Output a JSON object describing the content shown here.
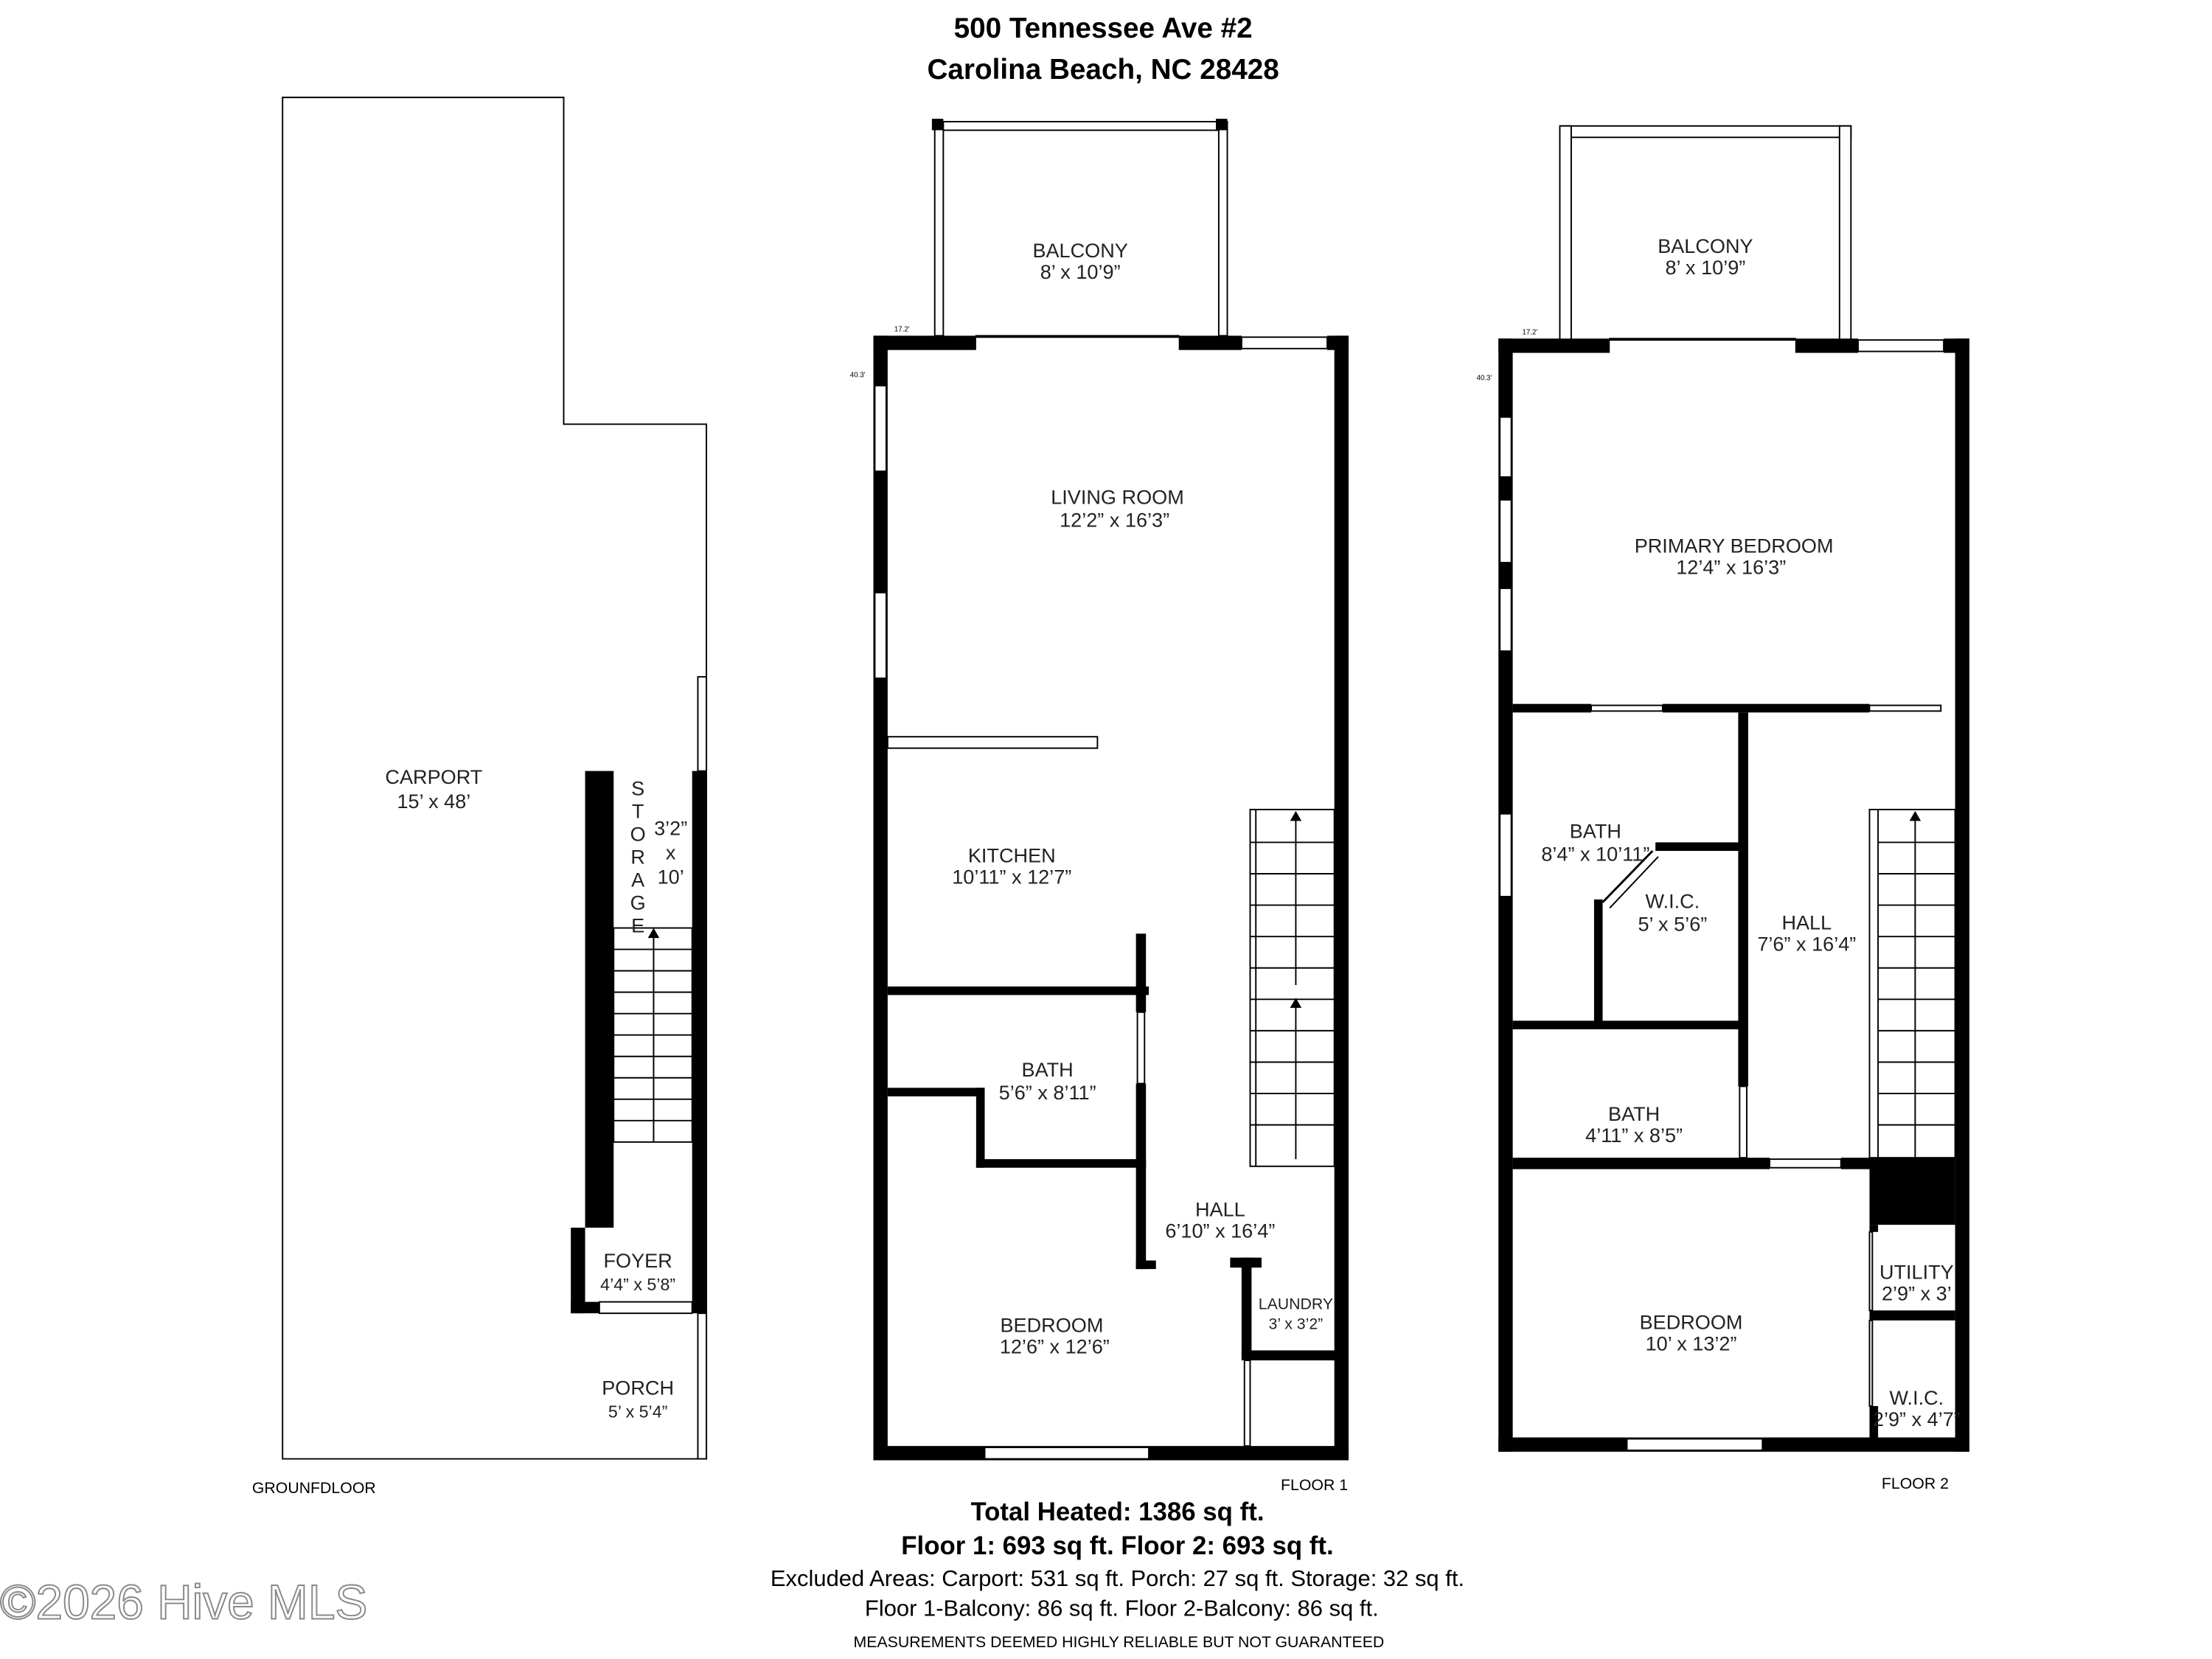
{
  "header": {
    "line1": "500 Tennessee Ave #2",
    "line2": "Carolina Beach, NC 28428"
  },
  "ground_floor": {
    "label": "GROUNFDLOOR",
    "rooms": [
      {
        "name": "CARPORT",
        "dims": "15’ x 48’"
      },
      {
        "name": "FOYER",
        "dims": "4’4” x 5’8”"
      },
      {
        "name": "PORCH",
        "dims": "5’ x 5’4”"
      }
    ],
    "storage": {
      "letters": [
        "S",
        "T",
        "O",
        "R",
        "A",
        "G",
        "E"
      ],
      "dims1": "3’2”",
      "dims2": "x",
      "dims3": "10’"
    }
  },
  "floor1": {
    "label": "FLOOR 1",
    "dim_top": "17.2'",
    "dim_side": "40.3'",
    "rooms": [
      {
        "name": "BALCONY",
        "dims": "8’ x 10’9”"
      },
      {
        "name": "LIVING ROOM",
        "dims": "12’2” x 16’3”"
      },
      {
        "name": "KITCHEN",
        "dims": "10’11” x 12’7”"
      },
      {
        "name": "BATH",
        "dims": "5’6” x 8’11”"
      },
      {
        "name": "HALL",
        "dims": "6’10” x 16’4”"
      },
      {
        "name": "BEDROOM",
        "dims": "12’6” x 12’6”"
      },
      {
        "name": "LAUNDRY",
        "dims": "3’ x 3’2”"
      }
    ]
  },
  "floor2": {
    "label": "FLOOR 2",
    "dim_top": "17.2'",
    "dim_side": "40.3'",
    "rooms": [
      {
        "name": "BALCONY",
        "dims": "8’ x 10’9”"
      },
      {
        "name": "PRIMARY BEDROOM",
        "dims": "12’4” x 16’3”"
      },
      {
        "name": "BATH",
        "dims": "8’4” x 10’11”"
      },
      {
        "name": "W.I.C.",
        "dims": "5’ x 5’6”"
      },
      {
        "name": "HALL",
        "dims": "7’6” x 16’4”"
      },
      {
        "name": "BATH",
        "dims": "4’11” x 8’5”"
      },
      {
        "name": "UTILITY",
        "dims": "2’9” x 3’"
      },
      {
        "name": "BEDROOM",
        "dims": "10’ x 13’2”"
      },
      {
        "name": "W.I.C.",
        "dims": "2’9” x 4’7”"
      }
    ]
  },
  "summary": {
    "total": "Total Heated: 1386 sq ft.",
    "floors": "Floor 1: 693 sq ft. Floor 2: 693 sq ft.",
    "excluded": "Excluded Areas: Carport: 531 sq ft. Porch: 27 sq ft. Storage: 32 sq ft.",
    "balconies": "Floor 1-Balcony: 86 sq ft. Floor 2-Balcony: 86 sq ft.",
    "disclaimer": "MEASUREMENTS DEEMED HIGHLY RELIABLE BUT NOT GUARANTEED"
  },
  "watermark": "©2026 Hive MLS"
}
